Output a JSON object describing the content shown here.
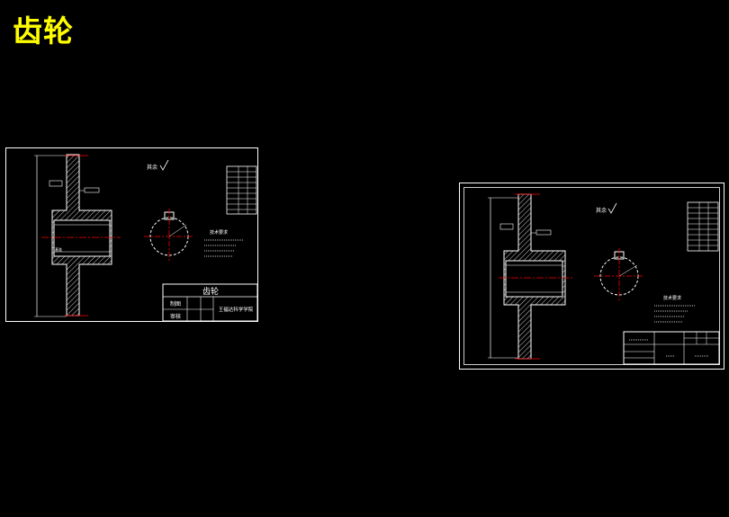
{
  "page": {
    "title": "齿轮"
  },
  "drawing_left": {
    "title_block": {
      "part_name": "齿轮",
      "designed_by": "制图",
      "checked_by": "审核",
      "school": "王福达科学学院"
    },
    "surface_finish": "其余",
    "notes_heading": "技术要求",
    "base_label": "基准"
  },
  "drawing_right": {
    "surface_finish": "其余",
    "notes_heading": "技术要求"
  },
  "colors": {
    "title": "#ffff00",
    "line": "#ffffff",
    "centerline": "#ff0000",
    "background": "#000000"
  }
}
